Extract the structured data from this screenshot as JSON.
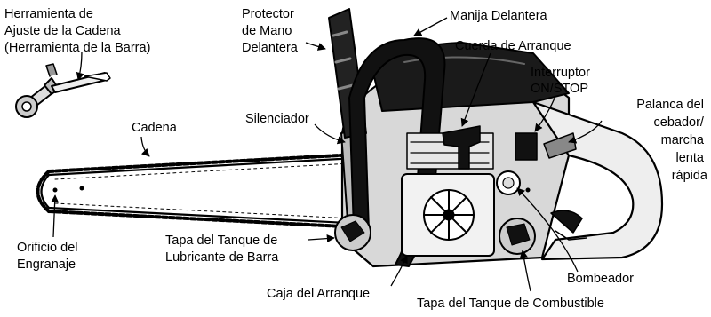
{
  "labels": {
    "tool": [
      "Herramienta de",
      "Ajuste de la Cadena",
      "(Herramienta de la Barra)"
    ],
    "hand_guard": [
      "Protector",
      "de Mano",
      "Delantera"
    ],
    "front_handle": [
      "Manija Delantera"
    ],
    "starter_rope": [
      "Cuerda de Arranque"
    ],
    "on_stop_switch": [
      "Interruptor",
      "ON/STOP"
    ],
    "choke_lever": [
      "Palanca del",
      "cebador/",
      "marcha",
      "lenta",
      "rápida"
    ],
    "chain": [
      "Cadena"
    ],
    "muffler": [
      "Silenciador"
    ],
    "sprocket_hole": [
      "Orificio del",
      "Engranaje"
    ],
    "oil_cap": [
      "Tapa del Tanque de",
      "Lubricante de Barra"
    ],
    "primer": [
      "Bombeador"
    ],
    "starter_housing": [
      "Caja del Arranque"
    ],
    "fuel_cap": [
      "Tapa del Tanque de Combustible"
    ]
  }
}
